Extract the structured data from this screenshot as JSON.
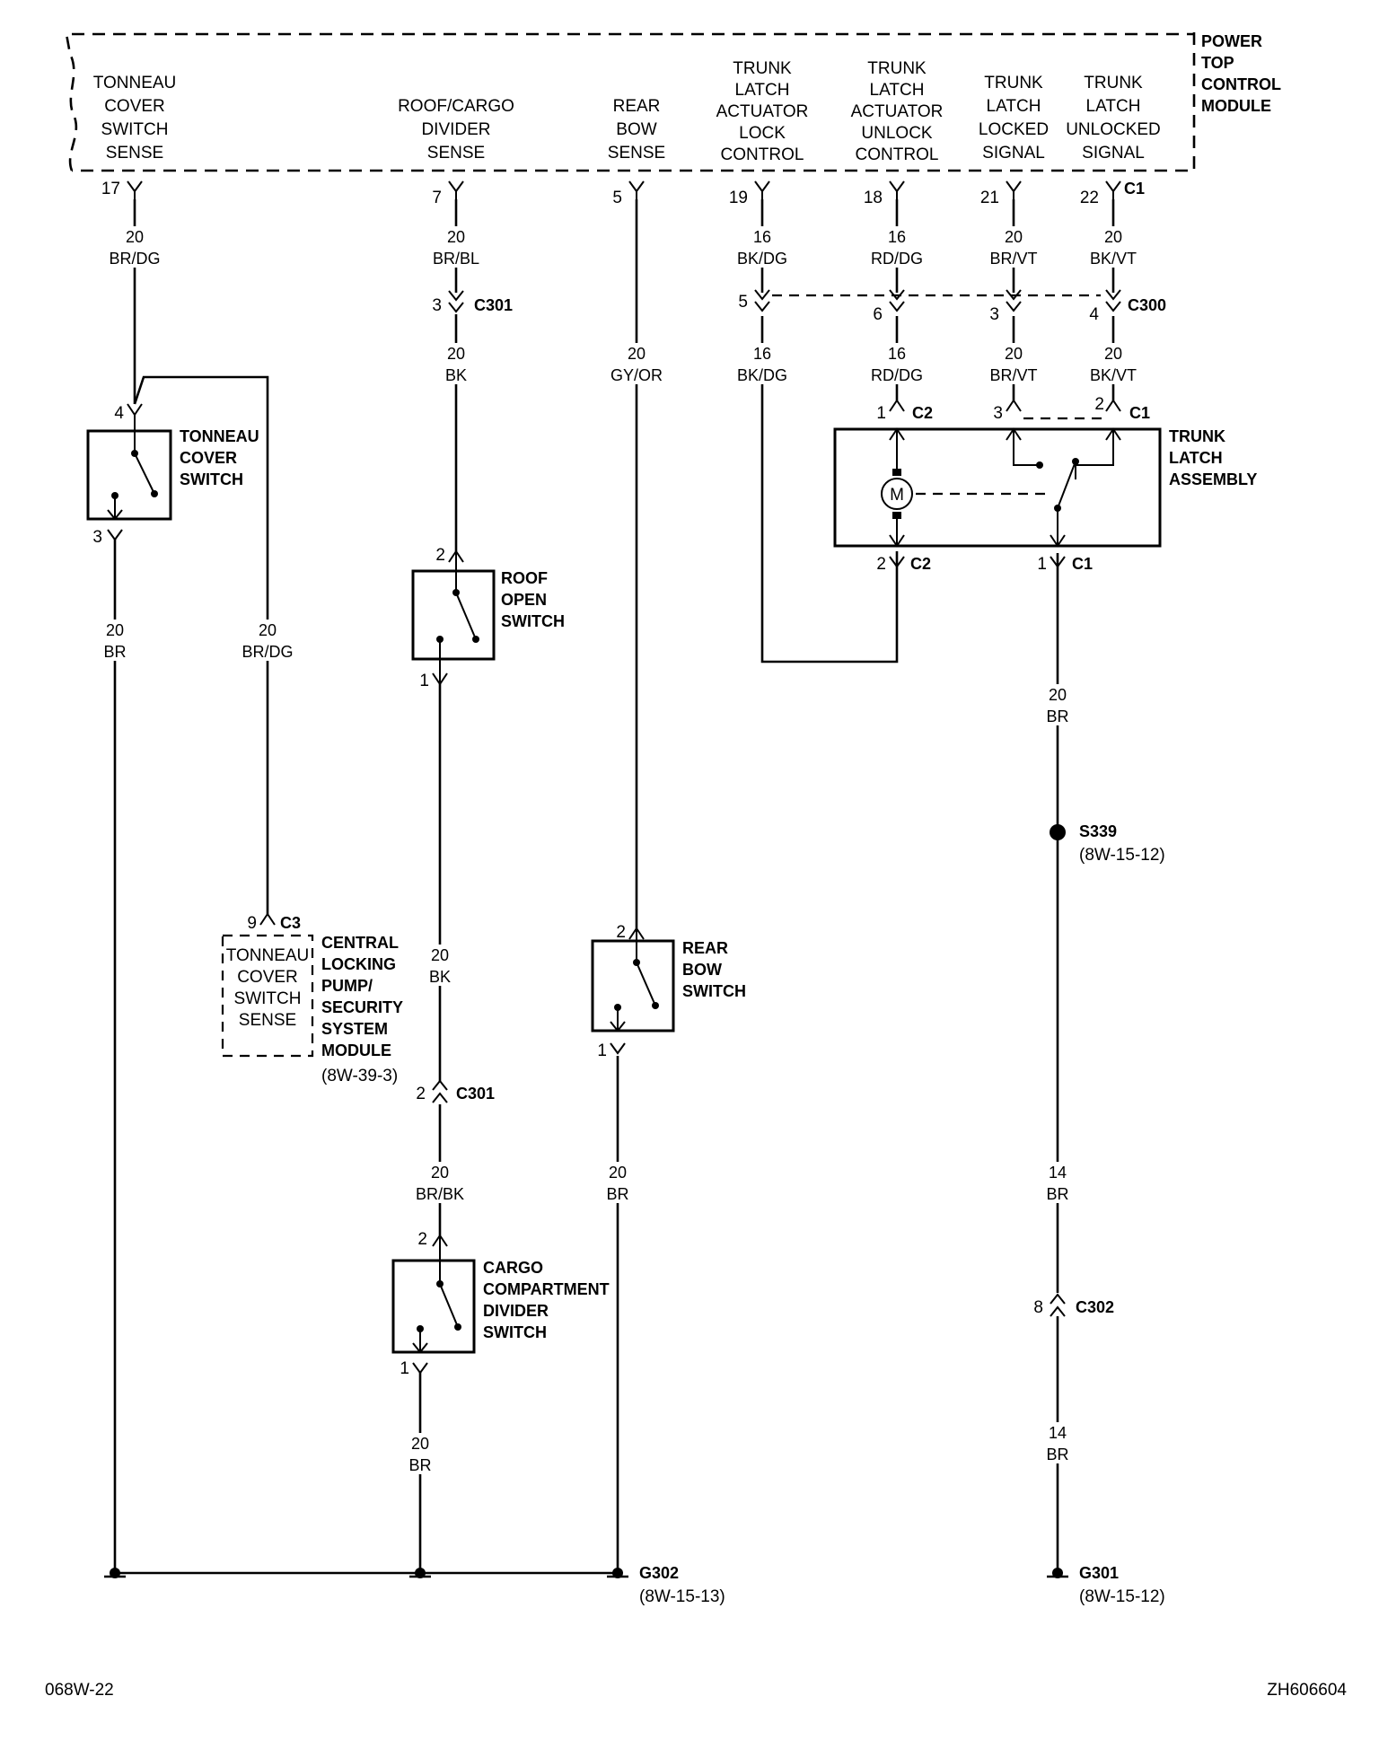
{
  "module": {
    "name": [
      "POWER",
      "TOP",
      "CONTROL",
      "MODULE"
    ],
    "connector": "C1"
  },
  "pins": [
    {
      "label": [
        "TONNEAU",
        "COVER",
        "SWITCH",
        "SENSE"
      ],
      "cavity": "17",
      "gauge": "20",
      "color": "BR/DG"
    },
    {
      "label": [
        "ROOF/CARGO",
        "DIVIDER",
        "SENSE"
      ],
      "cavity": "7",
      "gauge": "20",
      "color": "BR/BL"
    },
    {
      "label": [
        "REAR",
        "BOW",
        "SENSE"
      ],
      "cavity": "5",
      "gauge": "20",
      "color": "GY/OR"
    },
    {
      "label": [
        "TRUNK",
        "LATCH",
        "ACTUATOR",
        "LOCK",
        "CONTROL"
      ],
      "cavity": "19",
      "gauge": "16",
      "color": "BK/DG"
    },
    {
      "label": [
        "TRUNK",
        "LATCH",
        "ACTUATOR",
        "UNLOCK",
        "CONTROL"
      ],
      "cavity": "18",
      "gauge": "16",
      "color": "RD/DG"
    },
    {
      "label": [
        "TRUNK",
        "LATCH",
        "LOCKED",
        "SIGNAL"
      ],
      "cavity": "21",
      "gauge": "20",
      "color": "BR/VT"
    },
    {
      "label": [
        "TRUNK",
        "LATCH",
        "UNLOCKED",
        "SIGNAL"
      ],
      "cavity": "22",
      "gauge": "20",
      "color": "BK/VT"
    }
  ],
  "c300": {
    "name": "C300",
    "cavities": [
      "5",
      "6",
      "3",
      "4"
    ],
    "wires_below": [
      {
        "gauge": "16",
        "color": "BK/DG"
      },
      {
        "gauge": "16",
        "color": "RD/DG"
      },
      {
        "gauge": "20",
        "color": "BR/VT"
      },
      {
        "gauge": "20",
        "color": "BK/VT"
      }
    ]
  },
  "c301": {
    "name": "C301",
    "upper_cavity": "3",
    "lower_cavity": "2"
  },
  "roof_wire_mid": {
    "gauge": "20",
    "color": "BK"
  },
  "rear_bow_wire": {
    "gauge": "20",
    "color": "GY/OR"
  },
  "tonneau_switch": {
    "name": [
      "TONNEAU",
      "COVER",
      "SWITCH"
    ],
    "pin_top": "4",
    "pin_bottom": "3"
  },
  "roof_switch": {
    "name": [
      "ROOF",
      "OPEN",
      "SWITCH"
    ],
    "pin_top": "2",
    "pin_bottom": "1"
  },
  "rear_bow_switch": {
    "name": [
      "REAR",
      "BOW",
      "SWITCH"
    ],
    "pin_top": "2",
    "pin_bottom": "1"
  },
  "cargo_switch": {
    "name": [
      "CARGO",
      "COMPARTMENT",
      "DIVIDER",
      "SWITCH"
    ],
    "pin_top": "2",
    "pin_bottom": "1"
  },
  "tonneau_ground_wire": {
    "gauge": "20",
    "color": "BR"
  },
  "tonneau_to_clpm_wire": {
    "gauge": "20",
    "color": "BR/DG"
  },
  "clpm": {
    "pin": "9",
    "connector": "C3",
    "function": [
      "TONNEAU",
      "COVER",
      "SWITCH",
      "SENSE"
    ],
    "name": [
      "CENTRAL",
      "LOCKING",
      "PUMP/",
      "SECURITY",
      "SYSTEM",
      "MODULE"
    ],
    "ref": "(8W-39-3)"
  },
  "roof_to_cargo_wire_a": {
    "gauge": "20",
    "color": "BK"
  },
  "roof_to_cargo_wire_b": {
    "gauge": "20",
    "color": "BR/BK"
  },
  "cargo_ground_wire": {
    "gauge": "20",
    "color": "BR"
  },
  "rear_bow_ground_wire": {
    "gauge": "20",
    "color": "BR"
  },
  "trunk_latch": {
    "name": [
      "TRUNK",
      "LATCH",
      "ASSEMBLY"
    ],
    "motor": "M",
    "top_left_pin": "1",
    "top_left_conn": "C2",
    "top_mid_pin": "3",
    "top_right_pin": "2",
    "top_right_conn": "C1",
    "bottom_left_pin": "2",
    "bottom_left_conn": "C2",
    "bottom_right_pin": "1",
    "bottom_right_conn": "C1"
  },
  "latch_ground_wire_1": {
    "gauge": "20",
    "color": "BR"
  },
  "splice": {
    "name": "S339",
    "ref": "(8W-15-12)"
  },
  "latch_ground_wire_2": {
    "gauge": "14",
    "color": "BR"
  },
  "c302": {
    "name": "C302",
    "cavity": "8"
  },
  "latch_ground_wire_3": {
    "gauge": "14",
    "color": "BR"
  },
  "g302": {
    "name": "G302",
    "ref": "(8W-15-13)"
  },
  "g301": {
    "name": "G301",
    "ref": "(8W-15-12)"
  },
  "footer": {
    "left": "068W-22",
    "right": "ZH606604"
  }
}
